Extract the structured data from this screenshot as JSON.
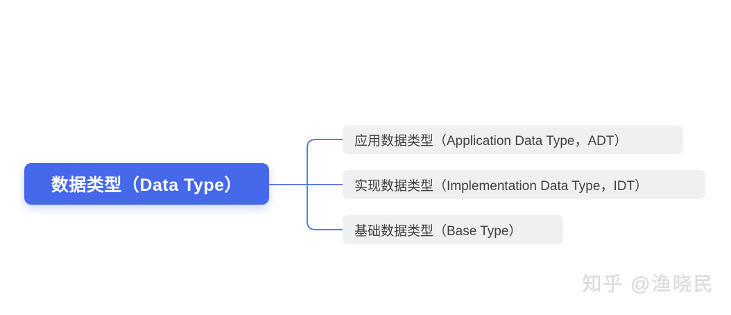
{
  "mindmap": {
    "root": {
      "label": "数据类型（Data Type）",
      "bg_color": "#4669eb",
      "text_color": "#ffffff"
    },
    "children": [
      {
        "label": "应用数据类型（Application Data Type，ADT）"
      },
      {
        "label": "实现数据类型（Implementation Data Type，IDT）"
      },
      {
        "label": "基础数据类型（Base Type）"
      }
    ],
    "child_bg_color": "#eff0f2",
    "child_text_color": "#3d4045",
    "connector_color": "#5b7ce6"
  },
  "watermark": {
    "text": "知乎 @渔晓民"
  }
}
